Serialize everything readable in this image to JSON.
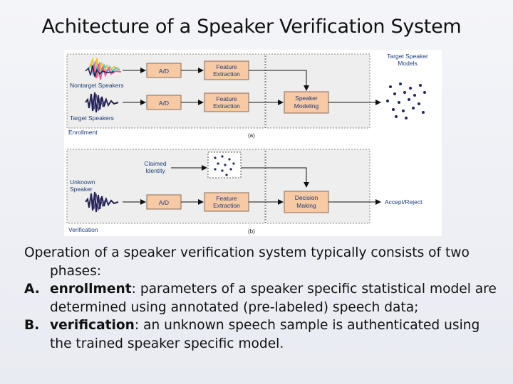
{
  "slide": {
    "title": "Achitecture of a Speaker Verification System"
  },
  "diagram": {
    "enrollment": {
      "nontarget_label": "Nontarget Speakers",
      "target_label": "Target Speakers",
      "section_label": "Enrollment",
      "caption": "(a)",
      "ad_label": "A/D",
      "feature_line1": "Feature",
      "feature_line2": "Extraction",
      "modeling_line1": "Speaker",
      "modeling_line2": "Modeling",
      "models_line1": "Target Speaker",
      "models_line2": "Models"
    },
    "verification": {
      "claimed_line1": "Claimed",
      "claimed_line2": "Identity",
      "unknown_line1": "Unknown",
      "unknown_line2": "Speaker",
      "section_label": "Verification",
      "caption": "(b)",
      "ad_label": "A/D",
      "feature_line1": "Feature",
      "feature_line2": "Extraction",
      "decision_line1": "Decision",
      "decision_line2": "Making",
      "output_label": "Accept/Reject"
    }
  },
  "text": {
    "intro": "Operation of a speaker verification system typically consists of two phases:",
    "items": [
      {
        "marker": "A.",
        "term": "enrollment",
        "rest": ": parameters of a speaker specific statistical model are determined using annotated (pre-labeled) speech data;"
      },
      {
        "marker": "B.",
        "term": "verification",
        "rest": ": an unknown speech sample is authenticated using the trained speaker specific model."
      }
    ]
  },
  "colors": {
    "box_fill": "#f7c9a4",
    "box_stroke": "#8b6a55",
    "label_blue": "#1c3c7a",
    "wave_dark": "#22214f",
    "wave_pink": "#e9599b",
    "wave_yellow": "#f1c232",
    "wave_cyan": "#39c2e6"
  }
}
